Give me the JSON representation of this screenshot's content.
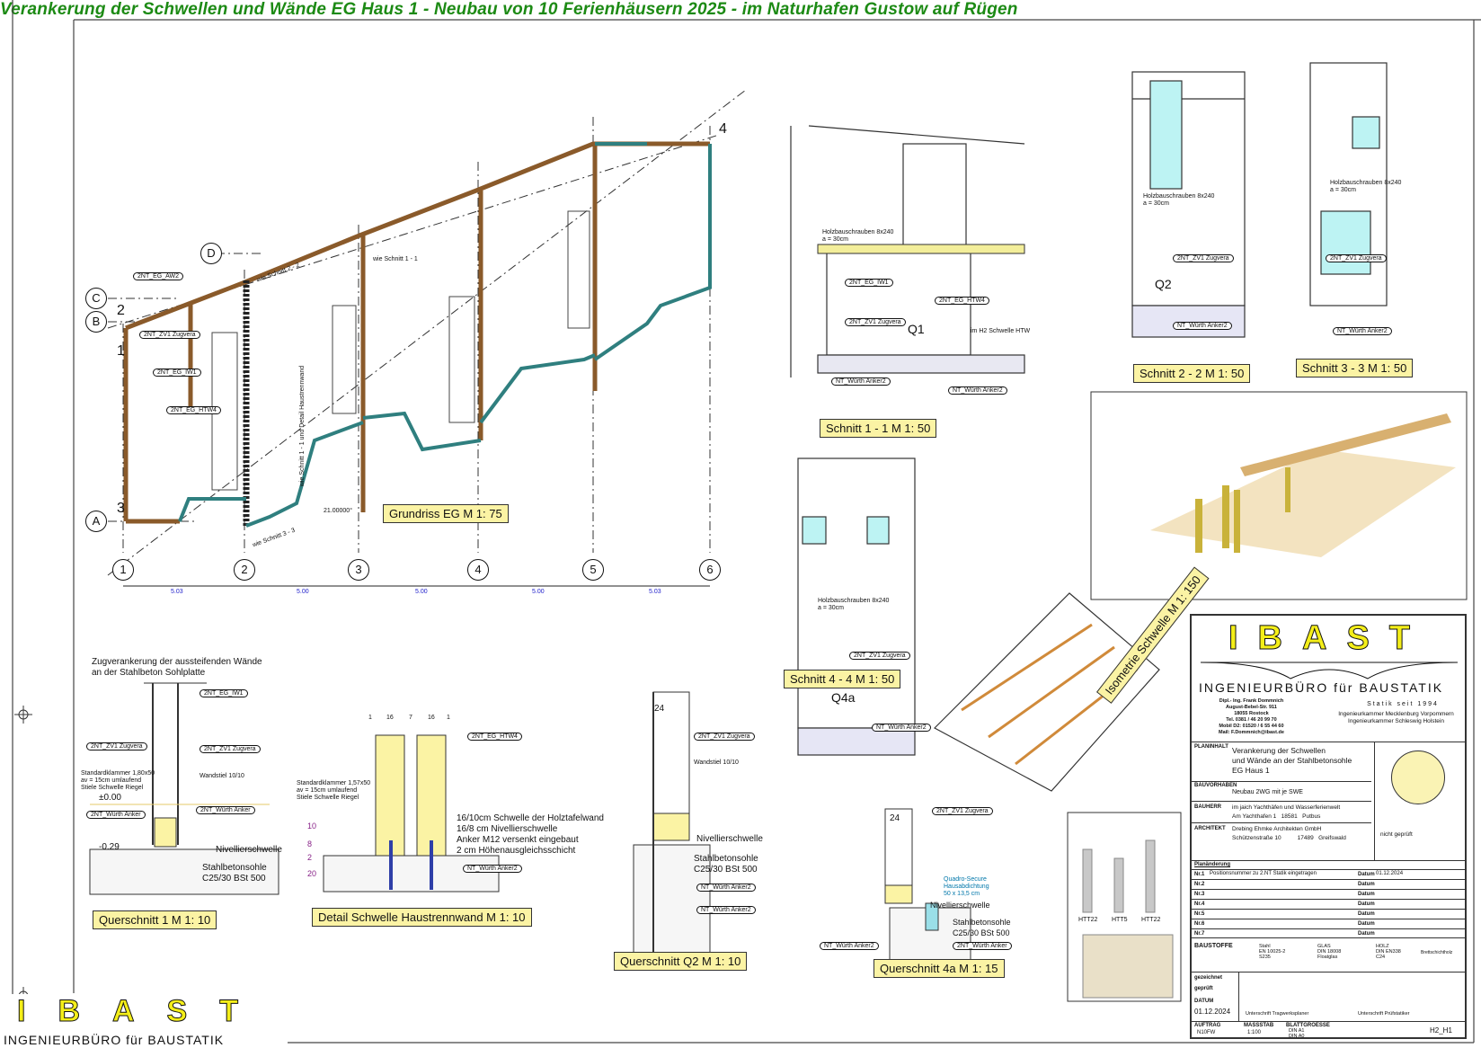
{
  "title": "Verankerung der Schwellen und Wände EG Haus 1 - Neubau von 10 Ferienhäusern 2025 - im Naturhafen Gustow auf Rügen",
  "plan": {
    "label": "Grundriss EG M 1: 75",
    "axes_x": [
      "1",
      "2",
      "3",
      "4",
      "5",
      "6"
    ],
    "axes_y": [
      "A",
      "B",
      "C",
      "D"
    ],
    "dims": [
      "5.03",
      "5.00",
      "5.00",
      "5.00",
      "5.03"
    ],
    "section_marks": [
      "1",
      "2",
      "3",
      "4"
    ],
    "notes": [
      "wie Schnitt 1 - 1",
      "wie Schnitt 2 - 2",
      "wie Schnitt 3 - 3",
      "wie Schnitt 1 - 1 und Detail Haustrennwand",
      "21.00000°"
    ],
    "tags": [
      "2NT_EG_AW2",
      "2NT_ZV1 Zugvera",
      "2NT_EG_IW1",
      "2NT_EG_HTW4"
    ]
  },
  "sections": {
    "s11": "Schnitt 1 - 1  M 1: 50",
    "s22": "Schnitt 2 - 2  M 1: 50",
    "s33": "Schnitt 3 - 3  M 1: 50",
    "s44": "Schnitt 4 - 4  M 1: 50",
    "iso": "Isometrie Schwelle M 1: 150",
    "q1": "Querschnitt 1  M 1: 10",
    "detail": "Detail Schwelle Haustrennwand M 1: 10",
    "q2": "Querschnitt Q2 M 1: 10",
    "q4a": "Querschnitt 4a M 1: 15"
  },
  "q1": {
    "heading": "Zugverankerung der aussteifenden Wände\nan der Stahlbeton Sohlplatte",
    "tag_iw1": "2NT_EG_IW1",
    "tag_zv_l": "2NT_ZV1 Zugvera",
    "tag_zv_r": "2NT_ZV1 Zugvera",
    "tag_wa_l": "2NT_Würth Anker",
    "tag_wa_r": "2NT_Würth Anker",
    "klammer": "Standardklammer 1,80x50\nav = 15cm umlaufend\nStiele Schwelle Riegel",
    "wandstiel": "Wandstiel 10/10",
    "level0": "±0.00",
    "level1": "-0.29",
    "nivell": "Nivellierschwelle",
    "sohle": "Stahlbetonsohle\nC25/30 BSt 500"
  },
  "detail": {
    "tag": "2NT_EG_HTW4",
    "anker": "NT_Würth Anker2",
    "klammer": "Standardklammer 1,57x50\nav = 15cm umlaufend\nStiele Schwelle Riegel",
    "text": "16/10cm Schwelle der Holztafelwand\n16/8 cm Nivellierschwelle\nAnker M12 versenkt eingebaut\n2 cm Höhenausgleichsschicht",
    "dims": [
      "1",
      "16",
      "7",
      "16",
      "1"
    ],
    "vdims": [
      "10",
      "8",
      "2",
      "20"
    ]
  },
  "q2": {
    "tag_zv": "2NT_ZV1 Zugvera",
    "wandstiel": "Wandstiel 10/10",
    "nivell": "Nivellierschwelle",
    "sohle": "Stahlbetonsohle\nC25/30 BSt 500",
    "anker1": "NT_Würth Anker2",
    "anker2": "NT_Würth Anker2",
    "top": "24"
  },
  "q4a": {
    "tag_zv": "2NT_ZV1 Zugvera",
    "nivell": "Nivellierschwelle",
    "sohle": "Stahlbetonsohle\nC25/30 BSt 500",
    "anker1": "NT_Würth Anker2",
    "anker2": "2NT_Würth Anker",
    "quadro": "Quadro-Secure\nHausabdichtung\n50 x 13,5 cm",
    "top": "24"
  },
  "s11": {
    "tags": [
      "2NT_EG_IW1",
      "2NT_ZV1 Zugvera",
      "2NT_EG_HTW4",
      "NT_Würth Anker2",
      "NT_Würth Anker2"
    ],
    "mark": "Q1",
    "screws": "Holzbauschrauben 8x240\na = 30cm",
    "htw": "im H2 Schwelle HTW"
  },
  "s22": {
    "screws": "Holzbauschrauben 8x240\na = 30cm",
    "tags": [
      "2NT_ZV1 Zugvera",
      "NT_Würth Anker2"
    ],
    "mark": "Q2"
  },
  "s33": {
    "screws": "Holzbauschrauben 8x240\na = 30cm",
    "tags": [
      "2NT_ZV1 Zugvera",
      "NT_Würth Anker2"
    ]
  },
  "s44": {
    "screws": "Holzbauschrauben 8x240\na = 30cm",
    "tags": [
      "2NT_ZV1 Zugvera",
      "NT_Würth Anker2"
    ],
    "mark": "Q4a"
  },
  "photos": {
    "captions": [
      "HTT22",
      "HTT5",
      "HTT22"
    ]
  },
  "titleblock": {
    "logo": "IBAST",
    "subtitle": "INGENIEURBÜRO für BAUSTATIK",
    "address": "Dipl.- Ing. Frank Dommnich\nAugust-Bebel-Str. 911\n18055 Rostock\nTel. 0381 / 46 20 99 70\nMobil D2: 01520 / 6 55 44 60\nMail: F.Dommnich@ibast.de",
    "since": "Statik seit 1994",
    "chambers": "Ingenieurkammer Mecklenburg Vorpommern\nIngenieurkammer Schleswig Holstein",
    "planinhalt_k": "PLANINHALT",
    "planinhalt": "Verankerung der Schwellen\nund Wände an der Stahlbetonsohle\nEG Haus 1",
    "bauvorhaben_k": "BAUVORHABEN",
    "bauvorhaben": "Neubau 2WG mit je SWE",
    "bauherr_k": "BAUHERR",
    "bauherr": "im jaich Yachthäfen und Wasserferienwelt\nAm Yachthafen 1   18581   Putbus",
    "architekt_k": "ARCHITEKT",
    "architekt": "Drebing Ehmke Architekten GmbH\nSchützenstraße 10          17489   Greifswald",
    "stamp": "nicht geprüft",
    "changes_k": "Planänderung",
    "changes": [
      {
        "no": "Nr.1",
        "text": "Positionsnummer zu 2.NT Statik eingetragen",
        "date_k": "Datum",
        "date": "01.12.2024"
      },
      {
        "no": "Nr.2",
        "text": "",
        "date_k": "Datum",
        "date": ""
      },
      {
        "no": "Nr.3",
        "text": "",
        "date_k": "Datum",
        "date": ""
      },
      {
        "no": "Nr.4",
        "text": "",
        "date_k": "Datum",
        "date": ""
      },
      {
        "no": "Nr.5",
        "text": "",
        "date_k": "Datum",
        "date": ""
      },
      {
        "no": "Nr.6",
        "text": "",
        "date_k": "Datum",
        "date": ""
      },
      {
        "no": "Nr.7",
        "text": "",
        "date_k": "Datum",
        "date": ""
      }
    ],
    "baustoffe_k": "BAUSTOFFE",
    "materials": [
      "Stahl\nEN 10025-2\nS235",
      "GLAS\nDIN 18008\nFloatglas",
      "HOLZ\nDIN EN338\nC24",
      "Brettschichtholz"
    ],
    "gezeichnet_k": "gezeichnet",
    "geprueft_k": "geprüft",
    "datum_k": "DATUM",
    "datum": "01.12.2024",
    "sign1": "Unterschrift Tragwerksplaner",
    "sign2": "Unterschrift Prüfstatiker",
    "auftrag_k": "AUFTRAG",
    "auftrag": "N10FW",
    "massstab_k": "MASSSTAB",
    "massstab": "1:100",
    "blatt_k": "BLATTGROESSE",
    "blatt": "DIN A1\nDIN A0",
    "plan_no": "H2_H1"
  },
  "logo_bottom": {
    "logo": "IBAST",
    "subtitle": "INGENIEURBÜRO für BAUSTATIK"
  }
}
